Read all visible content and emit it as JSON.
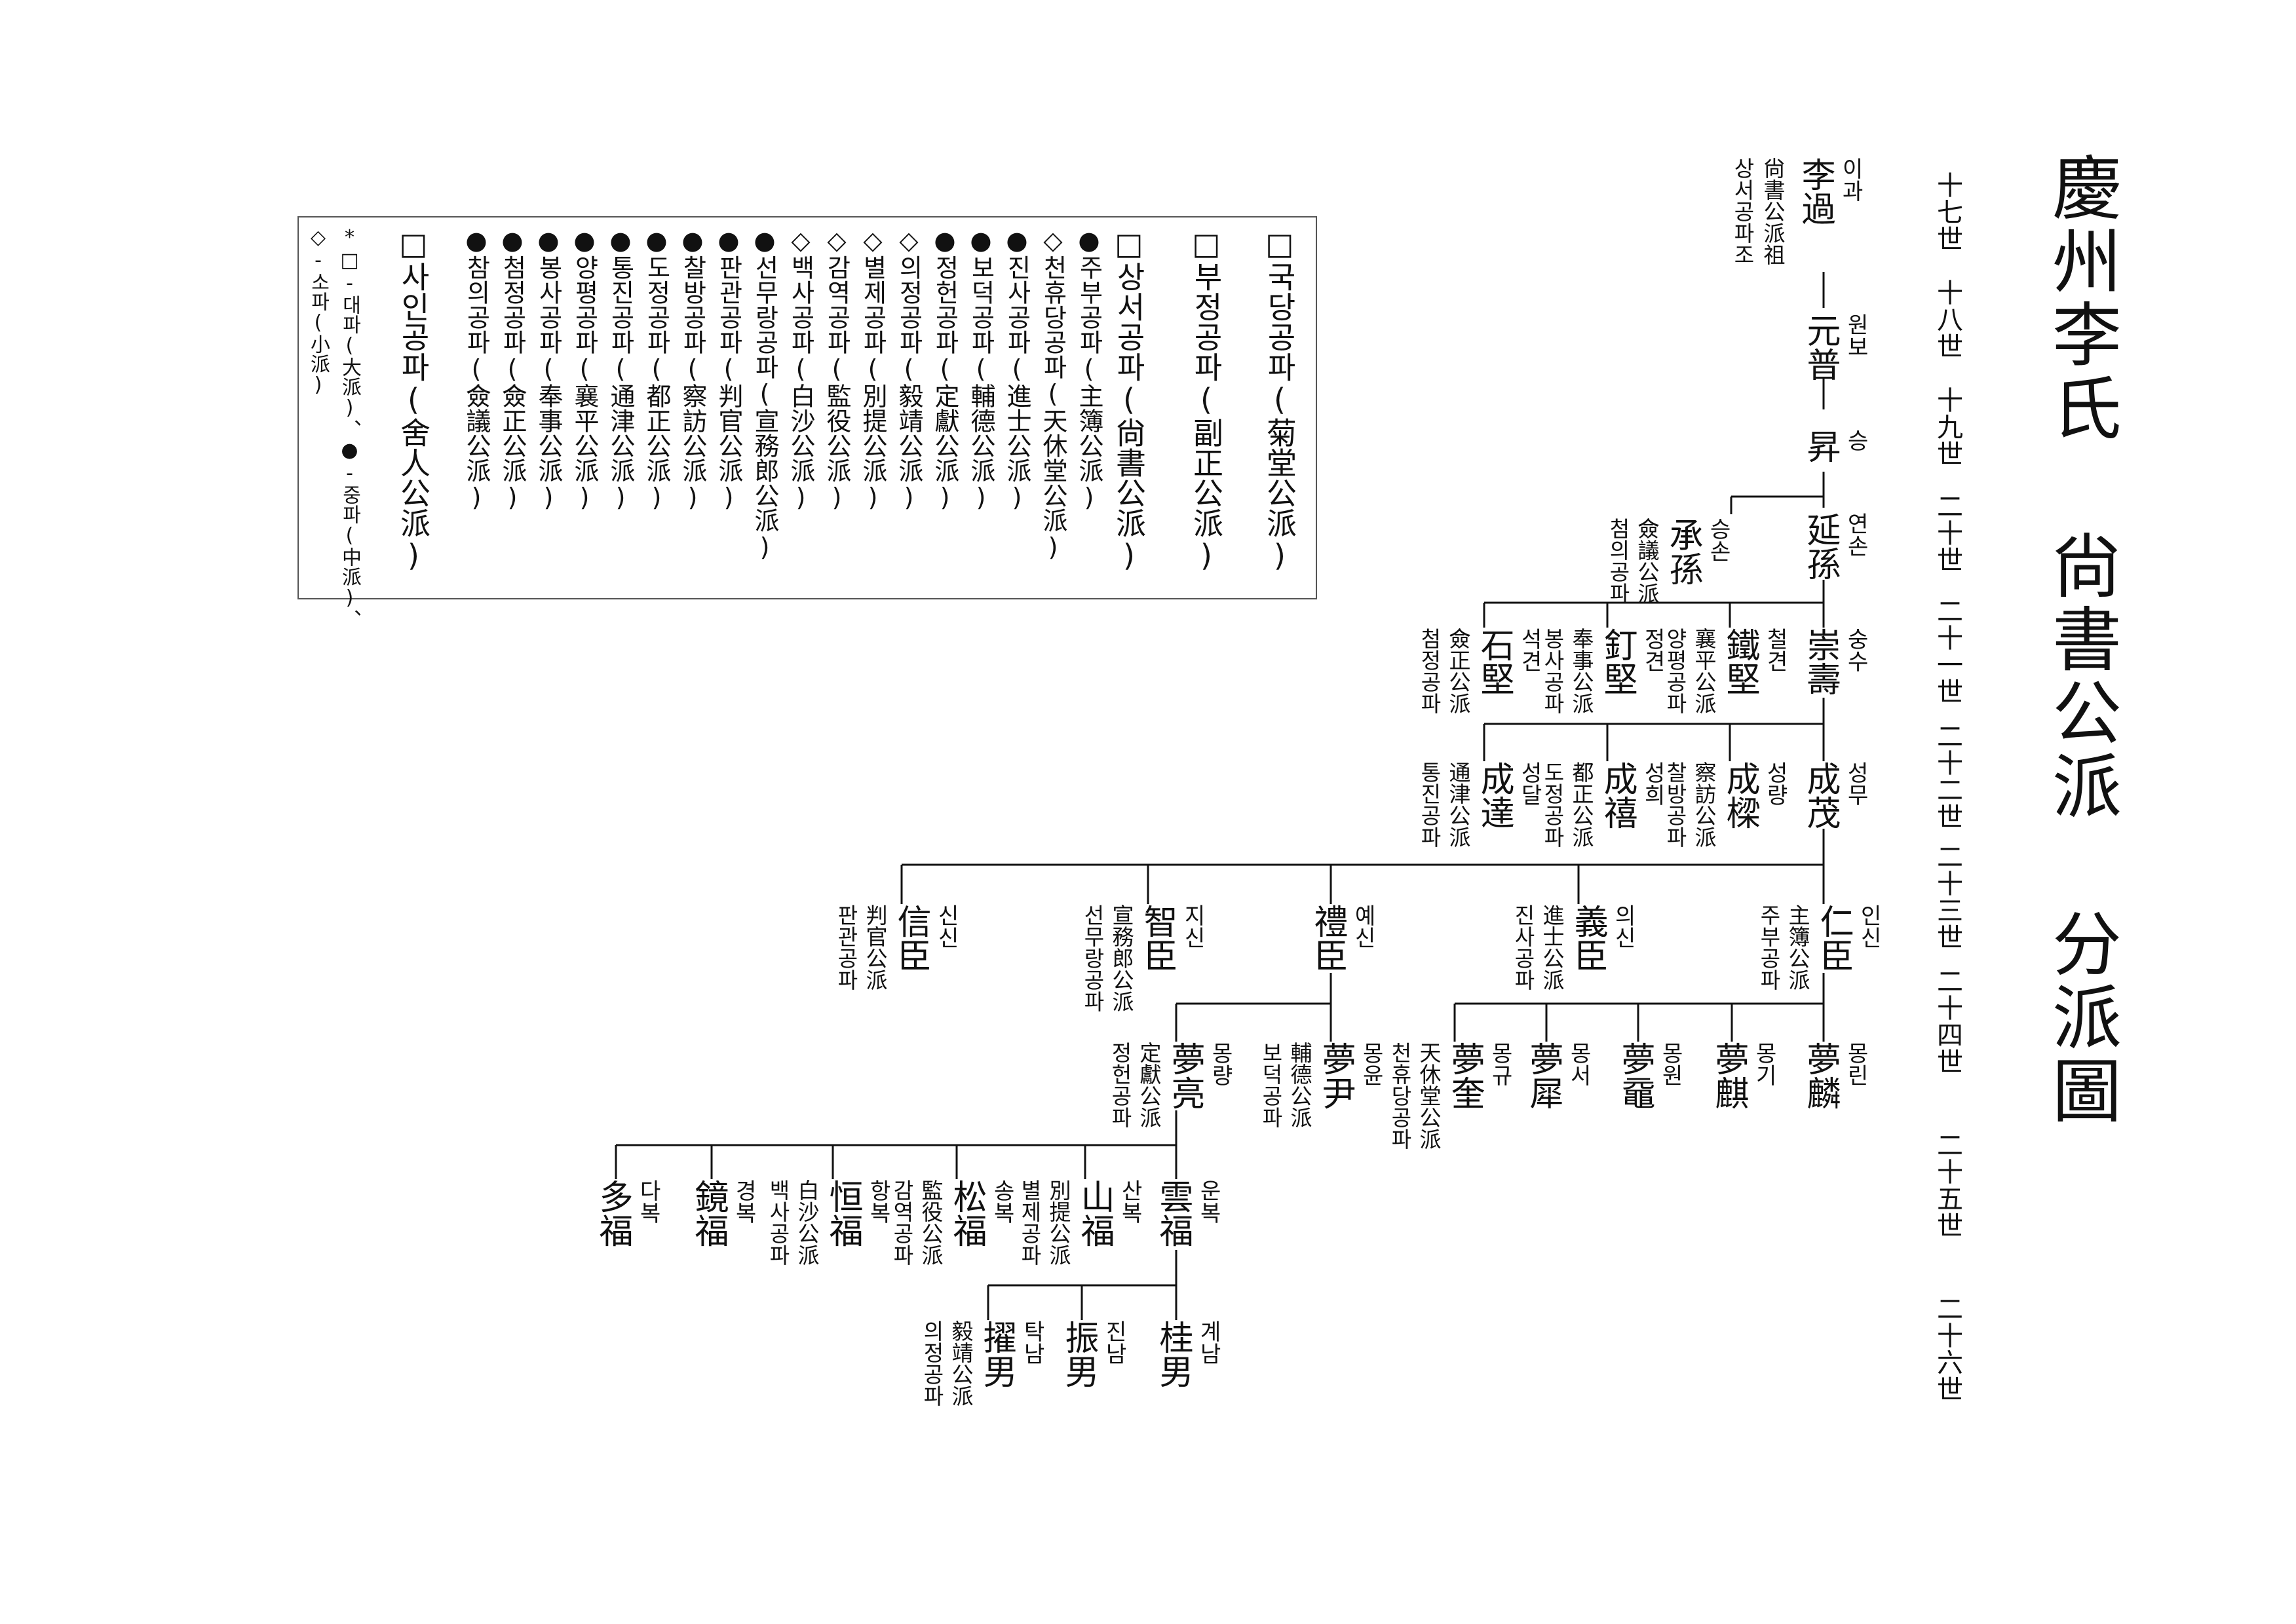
{
  "title": "慶州李氏 尙書公派 分派圖",
  "generations": [
    "十七世",
    "十八世",
    "十九世",
    "二十世",
    "二十一世",
    "二十二世",
    "二十三世",
    "二十四世",
    "二十五世",
    "二十六世"
  ],
  "founder": {
    "kor": "이과",
    "han": "李過",
    "note1": "尙書公派祖",
    "note2": "상서공파조"
  },
  "persons": {
    "wonbo": {
      "kor": "원보",
      "han": "元普"
    },
    "seung": {
      "kor": "승",
      "han": "昇"
    },
    "yeonson": {
      "kor": "연손",
      "han": "延孫"
    },
    "seungson": {
      "kor": "승손",
      "han": "承孫",
      "pa_han": "僉議公派",
      "pa_kor": "첨의공파"
    },
    "sungsu": {
      "kor": "숭수",
      "han": "崇壽"
    },
    "cheolgyeon": {
      "kor": "철견",
      "han": "鐵堅",
      "pa_han": "襄平公派",
      "pa_kor": "양평공파"
    },
    "jeonggyeon": {
      "kor": "정견",
      "han": "釘堅",
      "pa_han": "奉事公派",
      "pa_kor": "봉사공파"
    },
    "seokgyeon": {
      "kor": "석견",
      "han": "石堅",
      "pa_han": "僉正公派",
      "pa_kor": "첨정공파"
    },
    "seongmu": {
      "kor": "성무",
      "han": "成茂"
    },
    "seongryang": {
      "kor": "성량",
      "han": "成樑",
      "pa_han": "察訪公派",
      "pa_kor": "찰방공파"
    },
    "seonghui": {
      "kor": "성희",
      "han": "成禧",
      "pa_han": "都正公派",
      "pa_kor": "도정공파"
    },
    "seongdal": {
      "kor": "성달",
      "han": "成達",
      "pa_han": "通津公派",
      "pa_kor": "통진공파"
    },
    "insin": {
      "kor": "인신",
      "han": "仁臣",
      "pa_han": "主簿公派",
      "pa_kor": "주부공파"
    },
    "uisin": {
      "kor": "의신",
      "han": "義臣",
      "pa_han": "進士公派",
      "pa_kor": "진사공파"
    },
    "yesin": {
      "kor": "예신",
      "han": "禮臣"
    },
    "jisin": {
      "kor": "지신",
      "han": "智臣",
      "pa_han": "宣務郎公派",
      "pa_kor": "선무랑공파"
    },
    "sinsin": {
      "kor": "신신",
      "han": "信臣",
      "pa_han": "判官公派",
      "pa_kor": "판관공파"
    },
    "mongrin": {
      "kor": "몽린",
      "han": "夢麟"
    },
    "mongi": {
      "kor": "몽기",
      "han": "夢麒"
    },
    "mongwon": {
      "kor": "몽원",
      "han": "夢黿"
    },
    "mongseo": {
      "kor": "몽서",
      "han": "夢犀"
    },
    "monggyu": {
      "kor": "몽규",
      "han": "夢奎",
      "pa_han": "天休堂公派",
      "pa_kor": "천휴당공파"
    },
    "mongyun": {
      "kor": "몽윤",
      "han": "夢尹",
      "pa_han": "輔德公派",
      "pa_kor": "보덕공파"
    },
    "mongryang": {
      "kor": "몽량",
      "han": "夢亮",
      "pa_han": "定獻公派",
      "pa_kor": "정헌공파"
    },
    "unbok": {
      "kor": "운복",
      "han": "雲福"
    },
    "sanbok": {
      "kor": "산복",
      "han": "山福",
      "pa_han": "別提公派",
      "pa_kor": "별제공파"
    },
    "songbok": {
      "kor": "송복",
      "han": "松福",
      "pa_han": "監役公派",
      "pa_kor": "감역공파"
    },
    "hangbok": {
      "kor": "항복",
      "han": "恒福",
      "pa_han": "白沙公派",
      "pa_kor": "백사공파"
    },
    "gyeongbok": {
      "kor": "경복",
      "han": "鏡福"
    },
    "dabok": {
      "kor": "다복",
      "han": "多福"
    },
    "gyenam": {
      "kor": "계남",
      "han": "桂男"
    },
    "jinnam": {
      "kor": "진남",
      "han": "振男"
    },
    "taknam": {
      "kor": "탁남",
      "han": "擢男",
      "pa_han": "毅靖公派",
      "pa_kor": "의정공파"
    }
  },
  "legend": {
    "items": [
      "□국당공파(菊堂公派)",
      "□부정공파(副正公派)",
      "□상서공파(尙書公派)",
      "●주부공파(主簿公派)",
      "◇천휴당공파(天休堂公派)",
      "●진사공파(進士公派)",
      "●보덕공파(輔德公派)",
      "●정헌공파(定獻公派)",
      "◇의정공파(毅靖公派)",
      "◇별제공파(別提公派)",
      "◇감역공파(監役公派)",
      "◇백사공파(白沙公派)",
      "●선무랑공파(宣務郎公派)",
      "●판관공파(判官公派)",
      "●찰방공파(察訪公派)",
      "●도정공파(都正公派)",
      "●통진공파(通津公派)",
      "●양평공파(襄平公派)",
      "●봉사공파(奉事公派)",
      "●첨정공파(僉正公派)",
      "●참의공파(僉議公派)",
      "□사인공파(舍人公派)"
    ],
    "note1": "*□-대파(大派)、●-중파(中派)、",
    "note2": "◇-소파(小派)"
  }
}
